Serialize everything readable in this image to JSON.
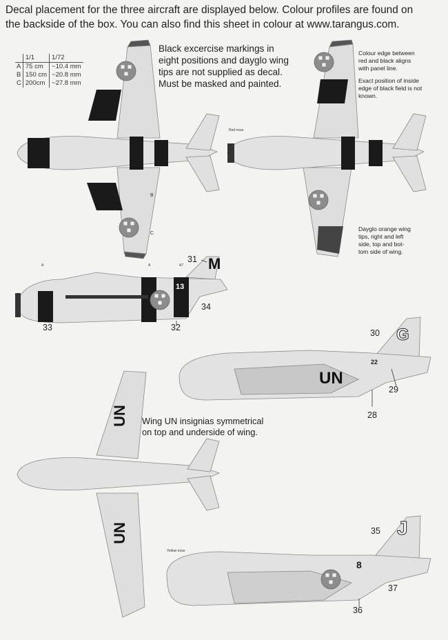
{
  "header": {
    "line1": "Decal placement for the three aircraft are displayed below. Colour profiles are found on",
    "line2": "the backside of the box. You can also find this sheet in colour at www.tarangus.com."
  },
  "scale_table": {
    "headers": [
      "1/1",
      "1/72"
    ],
    "rows": [
      {
        "key": "A",
        "full": "75 cm",
        "model": "~10.4 mm"
      },
      {
        "key": "B",
        "full": "150 cm",
        "model": "~20.8 mm"
      },
      {
        "key": "C",
        "full": "200cm",
        "model": "~27.8 mm"
      }
    ]
  },
  "notes": {
    "exercise": [
      "Black excercise markings in",
      "eight positions and dayglo wing",
      "tips are not supplied as decal.",
      "Must be masked and painted."
    ],
    "colour_edge": [
      "Colour edge between",
      "red and black aligns",
      "with panel line."
    ],
    "inside_edge": [
      "Exact position of inside",
      "edge of black field is not",
      "known."
    ],
    "dayglo": [
      "Dayglo orange wing",
      "tips, right and left",
      "side, top and bot-",
      "tom side of wing."
    ],
    "wing_un": [
      "Wing UN insignias symmetrical",
      "on top and underside of wing."
    ],
    "red_nose": "Red nose",
    "yellow_nose": "Yellow nose"
  },
  "dimension_markers": {
    "a": "A",
    "a7": "A7",
    "b": "B",
    "c": "C"
  },
  "aircraft_markings": {
    "m": "M",
    "thirteen": "13",
    "g": "G",
    "twenty_two": "22",
    "un": "UN",
    "j": "J",
    "eight": "8"
  },
  "callouts": {
    "c28": "28",
    "c29": "29",
    "c30": "30",
    "c31": "31",
    "c32": "32",
    "c33": "33",
    "c34": "34",
    "c35": "35",
    "c36": "36",
    "c37": "37"
  },
  "colors": {
    "paper": "#f3f3f1",
    "aircraft": "#dcdcdc",
    "black": "#1a1a1a",
    "roundel": "#8a8a8a"
  }
}
